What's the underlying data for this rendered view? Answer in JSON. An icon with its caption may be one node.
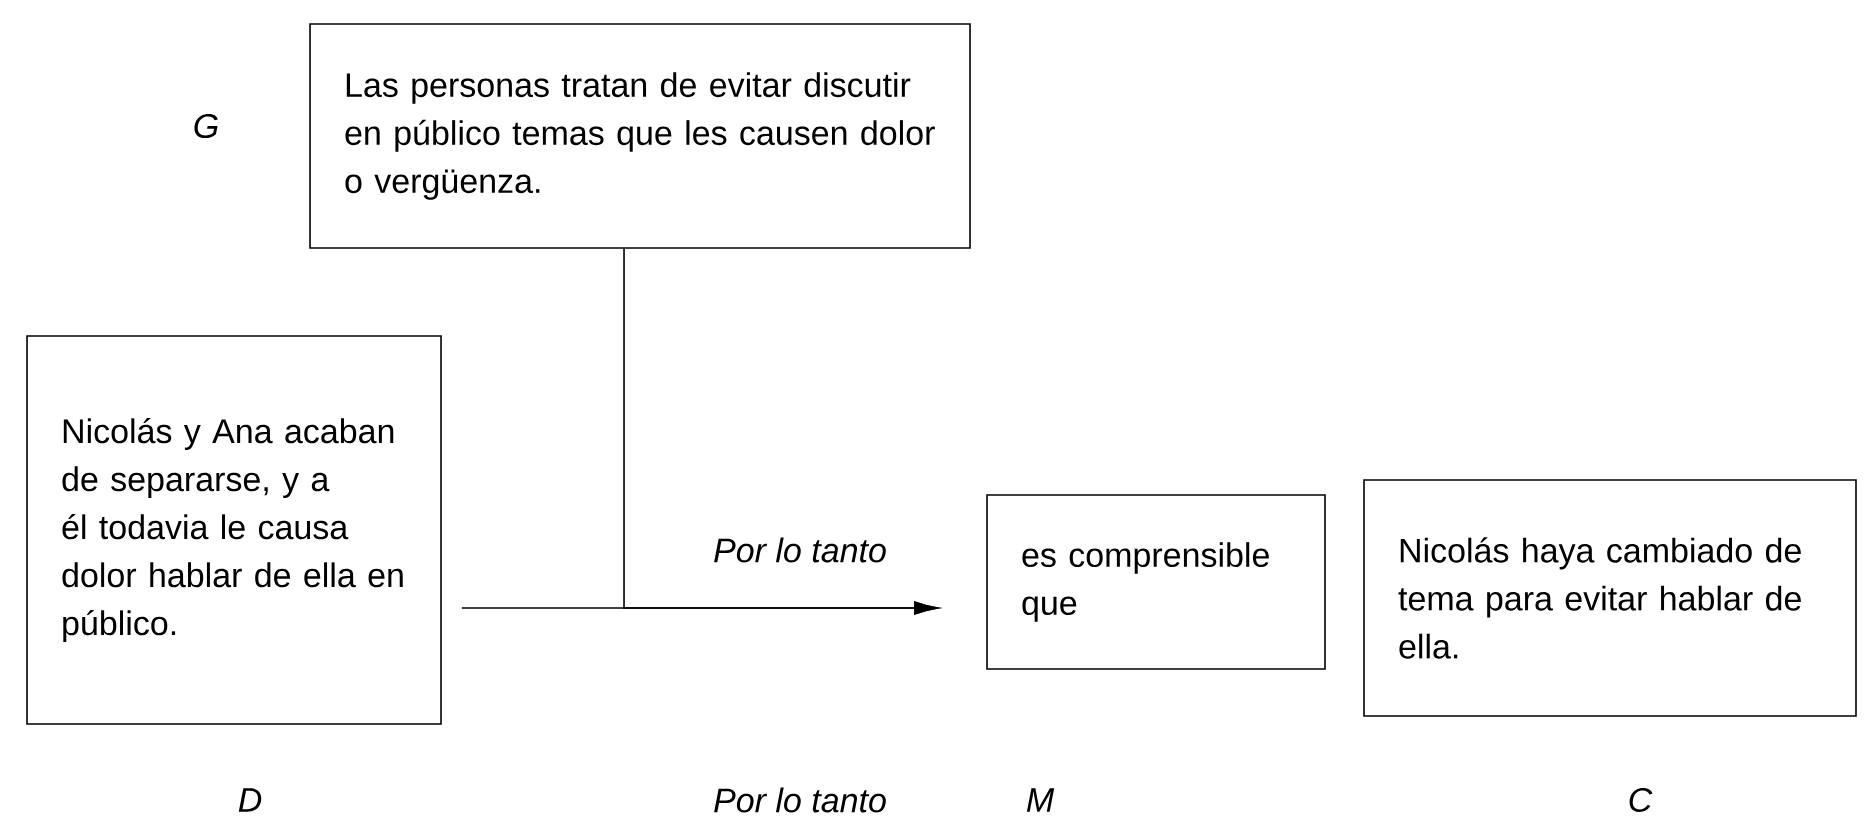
{
  "diagram": {
    "nodes": [
      {
        "text": [
          "Las personas tratan de evitar discutir en público temas que les causen dolor o vergüenza."
        ]
      },
      {
        "text": [
          "Nicolás y Ana acaban de separarse, y a él todavia le causa dolor hablar de ella en público."
        ]
      },
      {
        "text": [
          "es comprensible que"
        ]
      },
      {
        "text": [
          "Nicolás haya cambiado de tema para evitar hablar de ella."
        ]
      }
    ],
    "edges": [
      {
        "from": 0,
        "to": 2,
        "arrow": "to"
      },
      {
        "from": 1,
        "to": 2,
        "arrow": "to",
        "label": "Por lo tanto"
      }
    ],
    "labels": [
      "G",
      "D",
      "Por lo tanto",
      "M",
      "C"
    ]
  }
}
